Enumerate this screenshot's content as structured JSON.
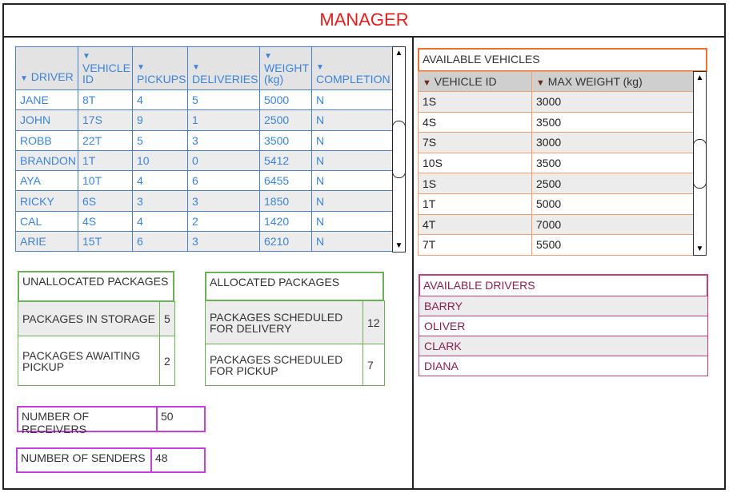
{
  "title": "MANAGER",
  "drivers_table": {
    "columns": [
      "DRIVER",
      "VEHICLE ID",
      "PICKUPS",
      "DELIVERIES",
      "WEIGHT (kg)",
      "COMPLETION"
    ],
    "rows": [
      [
        "JANE",
        "8T",
        "4",
        "5",
        "5000",
        "N"
      ],
      [
        "JOHN",
        "17S",
        "9",
        "1",
        "2500",
        "N"
      ],
      [
        "ROBB",
        "22T",
        "5",
        "3",
        "3500",
        "N"
      ],
      [
        "BRANDON",
        "1T",
        "10",
        "0",
        "5412",
        "N"
      ],
      [
        "AYA",
        "10T",
        "4",
        "6",
        "6455",
        "N"
      ],
      [
        "RICKY",
        "6S",
        "3",
        "3",
        "1850",
        "N"
      ],
      [
        "CAL",
        "4S",
        "4",
        "2",
        "1420",
        "N"
      ],
      [
        "ARIE",
        "15T",
        "6",
        "3",
        "6210",
        "N"
      ]
    ]
  },
  "unallocated": {
    "title": "UNALLOCATED PACKAGES",
    "rows": [
      {
        "label": "PACKAGES IN STORAGE",
        "value": "5"
      },
      {
        "label": "PACKAGES AWAITING PICKUP",
        "value": "2"
      }
    ]
  },
  "allocated": {
    "title": "ALLOCATED PACKAGES",
    "rows": [
      {
        "label": "PACKAGES SCHEDULED FOR DELIVERY",
        "value": "12"
      },
      {
        "label": "PACKAGES SCHEDULED FOR PICKUP",
        "value": "7"
      }
    ]
  },
  "receivers": {
    "label": "NUMBER OF RECEIVERS",
    "value": "50"
  },
  "senders": {
    "label": "NUMBER OF SENDERS",
    "value": "48"
  },
  "vehicles": {
    "title": "AVAILABLE VEHICLES",
    "columns": [
      "VEHICLE ID",
      "MAX WEIGHT (kg)"
    ],
    "rows": [
      [
        "1S",
        "3000"
      ],
      [
        "4S",
        "3500"
      ],
      [
        "7S",
        "3000"
      ],
      [
        "10S",
        "3500"
      ],
      [
        "1S",
        "2500"
      ],
      [
        "1T",
        "5000"
      ],
      [
        "4T",
        "7000"
      ],
      [
        "7T",
        "5500"
      ]
    ]
  },
  "available_drivers": {
    "title": "AVAILABLE DRIVERS",
    "items": [
      "BARRY",
      "OLIVER",
      "CLARK",
      "DIANA"
    ]
  },
  "icons": {
    "sort": "sort-down-triangle",
    "scroll_up": "arrow-up-icon",
    "scroll_down": "arrow-down-icon"
  },
  "colors": {
    "title": "#e02020",
    "drivers_table": "#3c84d8",
    "vehicles_border": "#f07030",
    "packages_border": "#6db05a",
    "counts_border": "#c040d8",
    "available_drivers": "#8a1f50"
  }
}
